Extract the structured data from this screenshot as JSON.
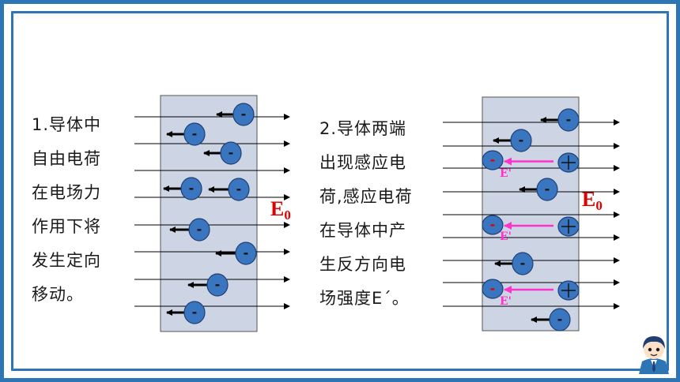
{
  "colors": {
    "frame": "#2e75b6",
    "conductor_fill": "#cdd5e4",
    "conductor_stroke": "#555555",
    "electron_fill": "#3a76c0",
    "electron_stroke": "#1f3f73",
    "field_label": "#e00000",
    "induced_field": "#ff33cc"
  },
  "left": {
    "lines": [
      "1.导体中",
      "自由电荷",
      "在电场力",
      "作用下将",
      "发生定向",
      "移动。"
    ],
    "field_label": "E",
    "field_sub": "0",
    "electron_sign": "-"
  },
  "right": {
    "lines": [
      "2.导体两端",
      "出现感应电",
      "荷,感应电荷",
      "在导体中产",
      "生反方向电",
      "场强度E´。"
    ],
    "field_label": "E",
    "field_sub": "0",
    "electron_sign": "-",
    "induced_label": "E'",
    "induced_count": 3
  }
}
